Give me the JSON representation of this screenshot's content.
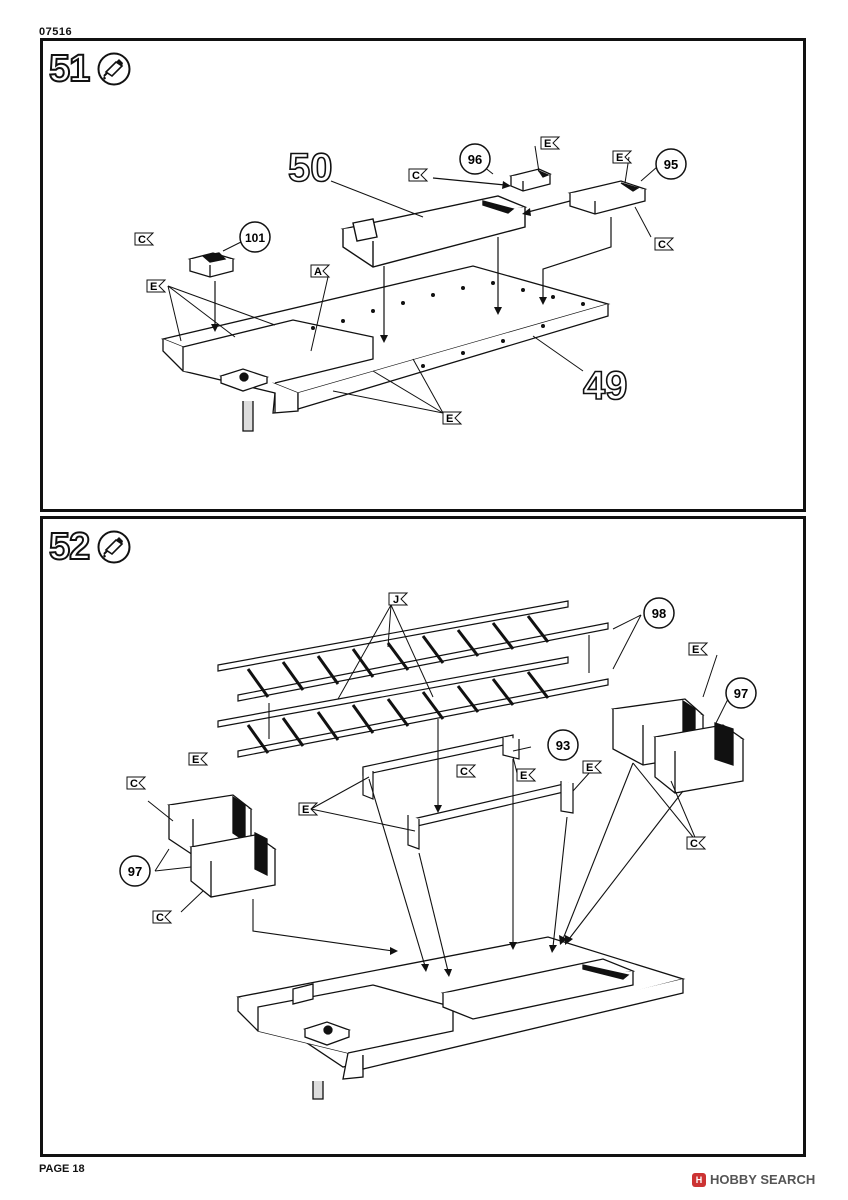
{
  "header": {
    "doc_code": "07516"
  },
  "footer": {
    "page_label": "PAGE 18",
    "watermark": "HOBBY SEARCH",
    "watermark_mark": "H"
  },
  "step51": {
    "number": "51",
    "icon": "glue-tube-icon",
    "parts": {
      "p50": "50",
      "p49": "49",
      "p96": "96",
      "p95": "95",
      "p101": "101"
    },
    "flags": {
      "c1": "C",
      "c2": "C",
      "c3": "C",
      "e1": "E",
      "e2": "E",
      "e3": "E",
      "e4": "E",
      "a1": "A"
    }
  },
  "step52": {
    "number": "52",
    "icon": "glue-tube-icon",
    "parts": {
      "p98": "98",
      "p97a": "97",
      "p97b": "97",
      "p93": "93"
    },
    "flags": {
      "j1": "J",
      "e1": "E",
      "e2": "E",
      "e3": "E",
      "e4": "E",
      "e5": "E",
      "c1": "C",
      "c2": "C",
      "c3": "C",
      "c4": "C"
    }
  }
}
